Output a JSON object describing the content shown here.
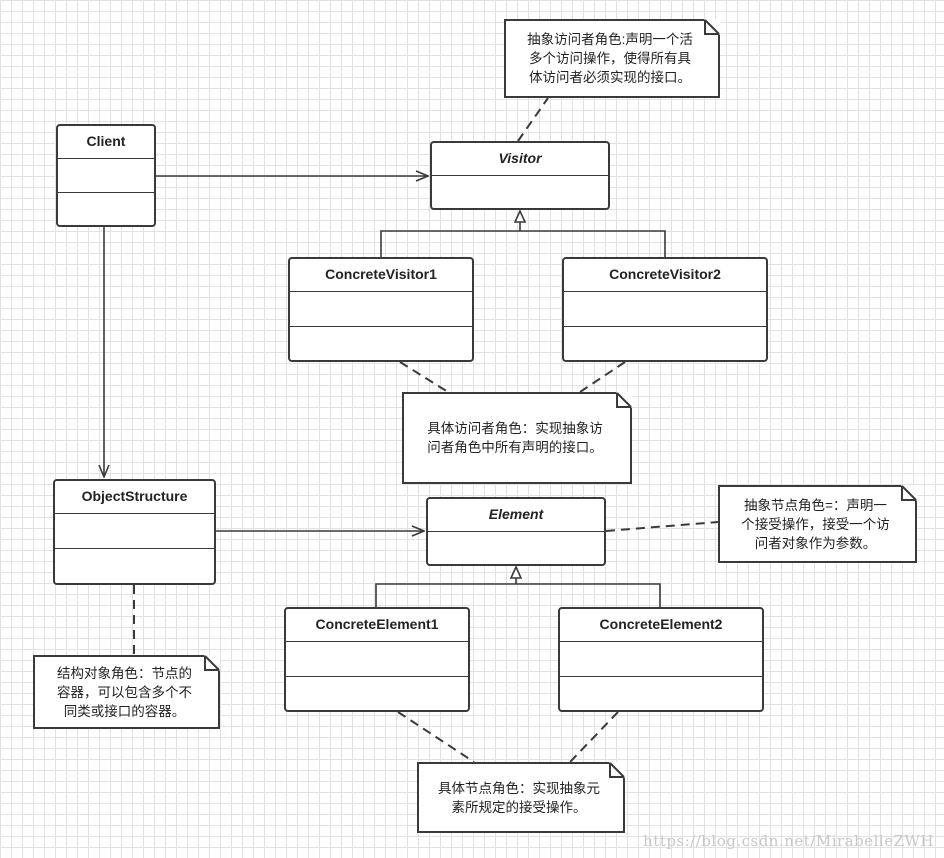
{
  "classes": {
    "client": "Client",
    "visitor": "Visitor",
    "concrete_visitor_1": "ConcreteVisitor1",
    "concrete_visitor_2": "ConcreteVisitor2",
    "object_structure": "ObjectStructure",
    "element": "Element",
    "concrete_element_1": "ConcreteElement1",
    "concrete_element_2": "ConcreteElement2"
  },
  "notes": {
    "visitor_note": [
      "抽象访问者角色:声明一个活",
      "多个访问操作，使得所有具",
      "体访问者必须实现的接口。"
    ],
    "concrete_visitor_note": [
      "具体访问者角色：实现抽象访",
      "问者角色中所有声明的接口。"
    ],
    "element_note": [
      "抽象节点角色=：声明一",
      "个接受操作，接受一个访",
      "问者对象作为参数。"
    ],
    "object_structure_note": [
      "结构对象角色：节点的",
      "容器，可以包含多个不",
      "同类或接口的容器。"
    ],
    "concrete_element_note": [
      "具体节点角色：实现抽象元",
      "素所规定的接受操作。"
    ]
  },
  "watermark": "https://blog.csdn.net/MirabelleZWH",
  "colors": {
    "line": "#3a3a3a",
    "grid": "#e2e2e2",
    "background": "#ffffff"
  }
}
